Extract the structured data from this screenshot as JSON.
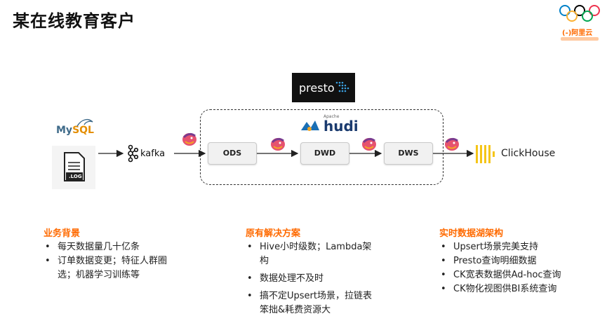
{
  "title": "某在线教育客户",
  "logo": {
    "brand_text": "(-)阿里云",
    "icon": "olympic-rings-icon"
  },
  "diagram": {
    "query_engine": "presto",
    "lake_format": "hudi",
    "lake_format_small": "Apache",
    "sources": {
      "database": "MySQL",
      "database_part1": "My",
      "database_part2": "SQL",
      "log_label": ".LOG"
    },
    "queue": "kafka",
    "layers": [
      "ODS",
      "DWD",
      "DWS"
    ],
    "sink": "ClickHouse",
    "processor_icon": "flink-squirrel-icon"
  },
  "columns": [
    {
      "heading": "业务背景",
      "items": [
        "每天数据量几十亿条",
        "订单数据变更；特征人群圈选；机器学习训练等"
      ]
    },
    {
      "heading": "原有解决方案",
      "items": [
        "Hive小时级数；Lambda架构",
        "数据处理不及时",
        "搞不定Upsert场景，拉链表笨拙&耗费资源大"
      ]
    },
    {
      "heading": "实时数据湖架构",
      "items": [
        "Upsert场景完美支持",
        "Presto查询明细数据",
        "CK宽表数据供Ad-hoc查询",
        "CK物化视图供BI系统查询"
      ]
    }
  ],
  "colors": {
    "accent": "#ff6a00",
    "hudi_blue": "#1a3a6e",
    "clickhouse_yellow": "#f5c518"
  }
}
